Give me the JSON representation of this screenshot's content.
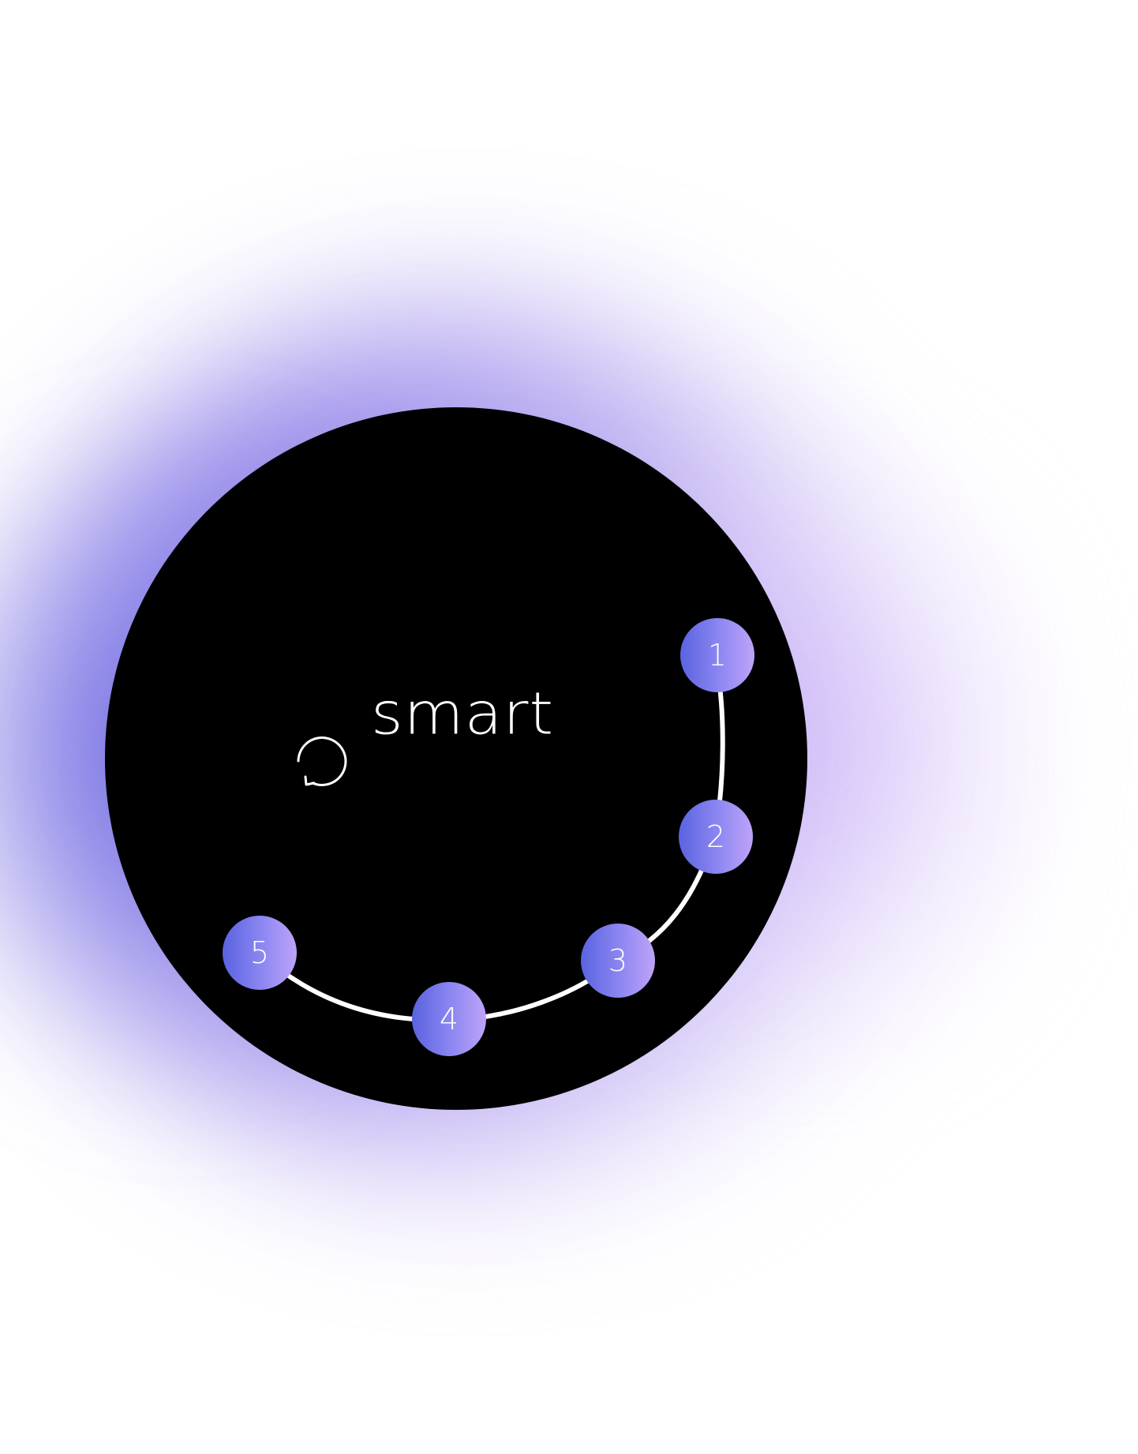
{
  "dial": {
    "mode_label": "smart",
    "refresh_icon": "refresh-icon",
    "steps": [
      {
        "label": "1"
      },
      {
        "label": "2"
      },
      {
        "label": "3"
      },
      {
        "label": "4"
      },
      {
        "label": "5"
      }
    ]
  },
  "colors": {
    "dial_background": "#000000",
    "glow_primary": "#5a55e0",
    "glow_secondary": "#c4b4f3",
    "step_gradient_start": "#5a63e0",
    "step_gradient_end": "#bfa3f8",
    "track": "#ffffff"
  }
}
